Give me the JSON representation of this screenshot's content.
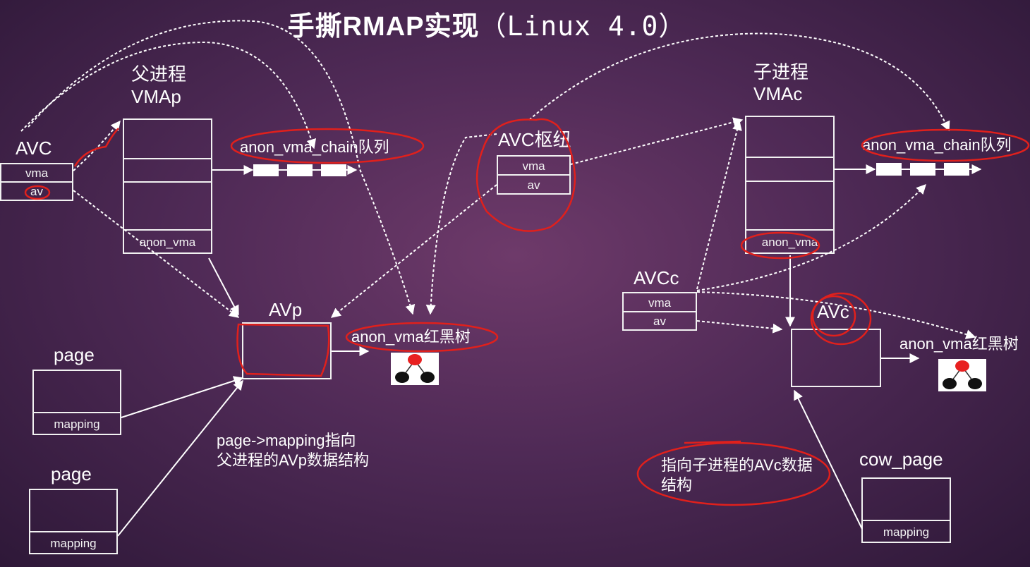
{
  "title": {
    "main": "手撕RMAP实现",
    "version": "（Linux 4.0）"
  },
  "parent": {
    "vma_label_1": "父进程",
    "vma_label_2": "VMAp",
    "anon_vma_field": "anon_vma",
    "chain_label": "anon_vma_chain队列",
    "avc_label": "AVC",
    "avc_vma": "vma",
    "avc_av": "av",
    "av_label": "AVp",
    "rbtree_label": "anon_vma红黑树"
  },
  "hub": {
    "label": "AVC枢纽",
    "vma": "vma",
    "av": "av"
  },
  "child": {
    "vma_label_1": "子进程",
    "vma_label_2": "VMAc",
    "anon_vma_field": "anon_vma",
    "chain_label": "anon_vma_chain队列",
    "avc_label": "AVCc",
    "avc_vma": "vma",
    "avc_av": "av",
    "av_label": "AVc",
    "rbtree_label": "anon_vma红黑树"
  },
  "pages": [
    {
      "label": "page",
      "field": "mapping"
    },
    {
      "label": "page",
      "field": "mapping"
    }
  ],
  "cow_page": {
    "label": "cow_page",
    "field": "mapping"
  },
  "notes": {
    "parent_mapping_1": "page->mapping指向",
    "parent_mapping_2": "父进程的AVp数据结构",
    "child_av_1": "指向子进程的AVc数据",
    "child_av_2": "结构"
  },
  "colors": {
    "background": "#5a2f5e",
    "line": "#ffffff",
    "annotation": "#e0201c",
    "node_red": "#e82020",
    "node_black": "#111111"
  }
}
